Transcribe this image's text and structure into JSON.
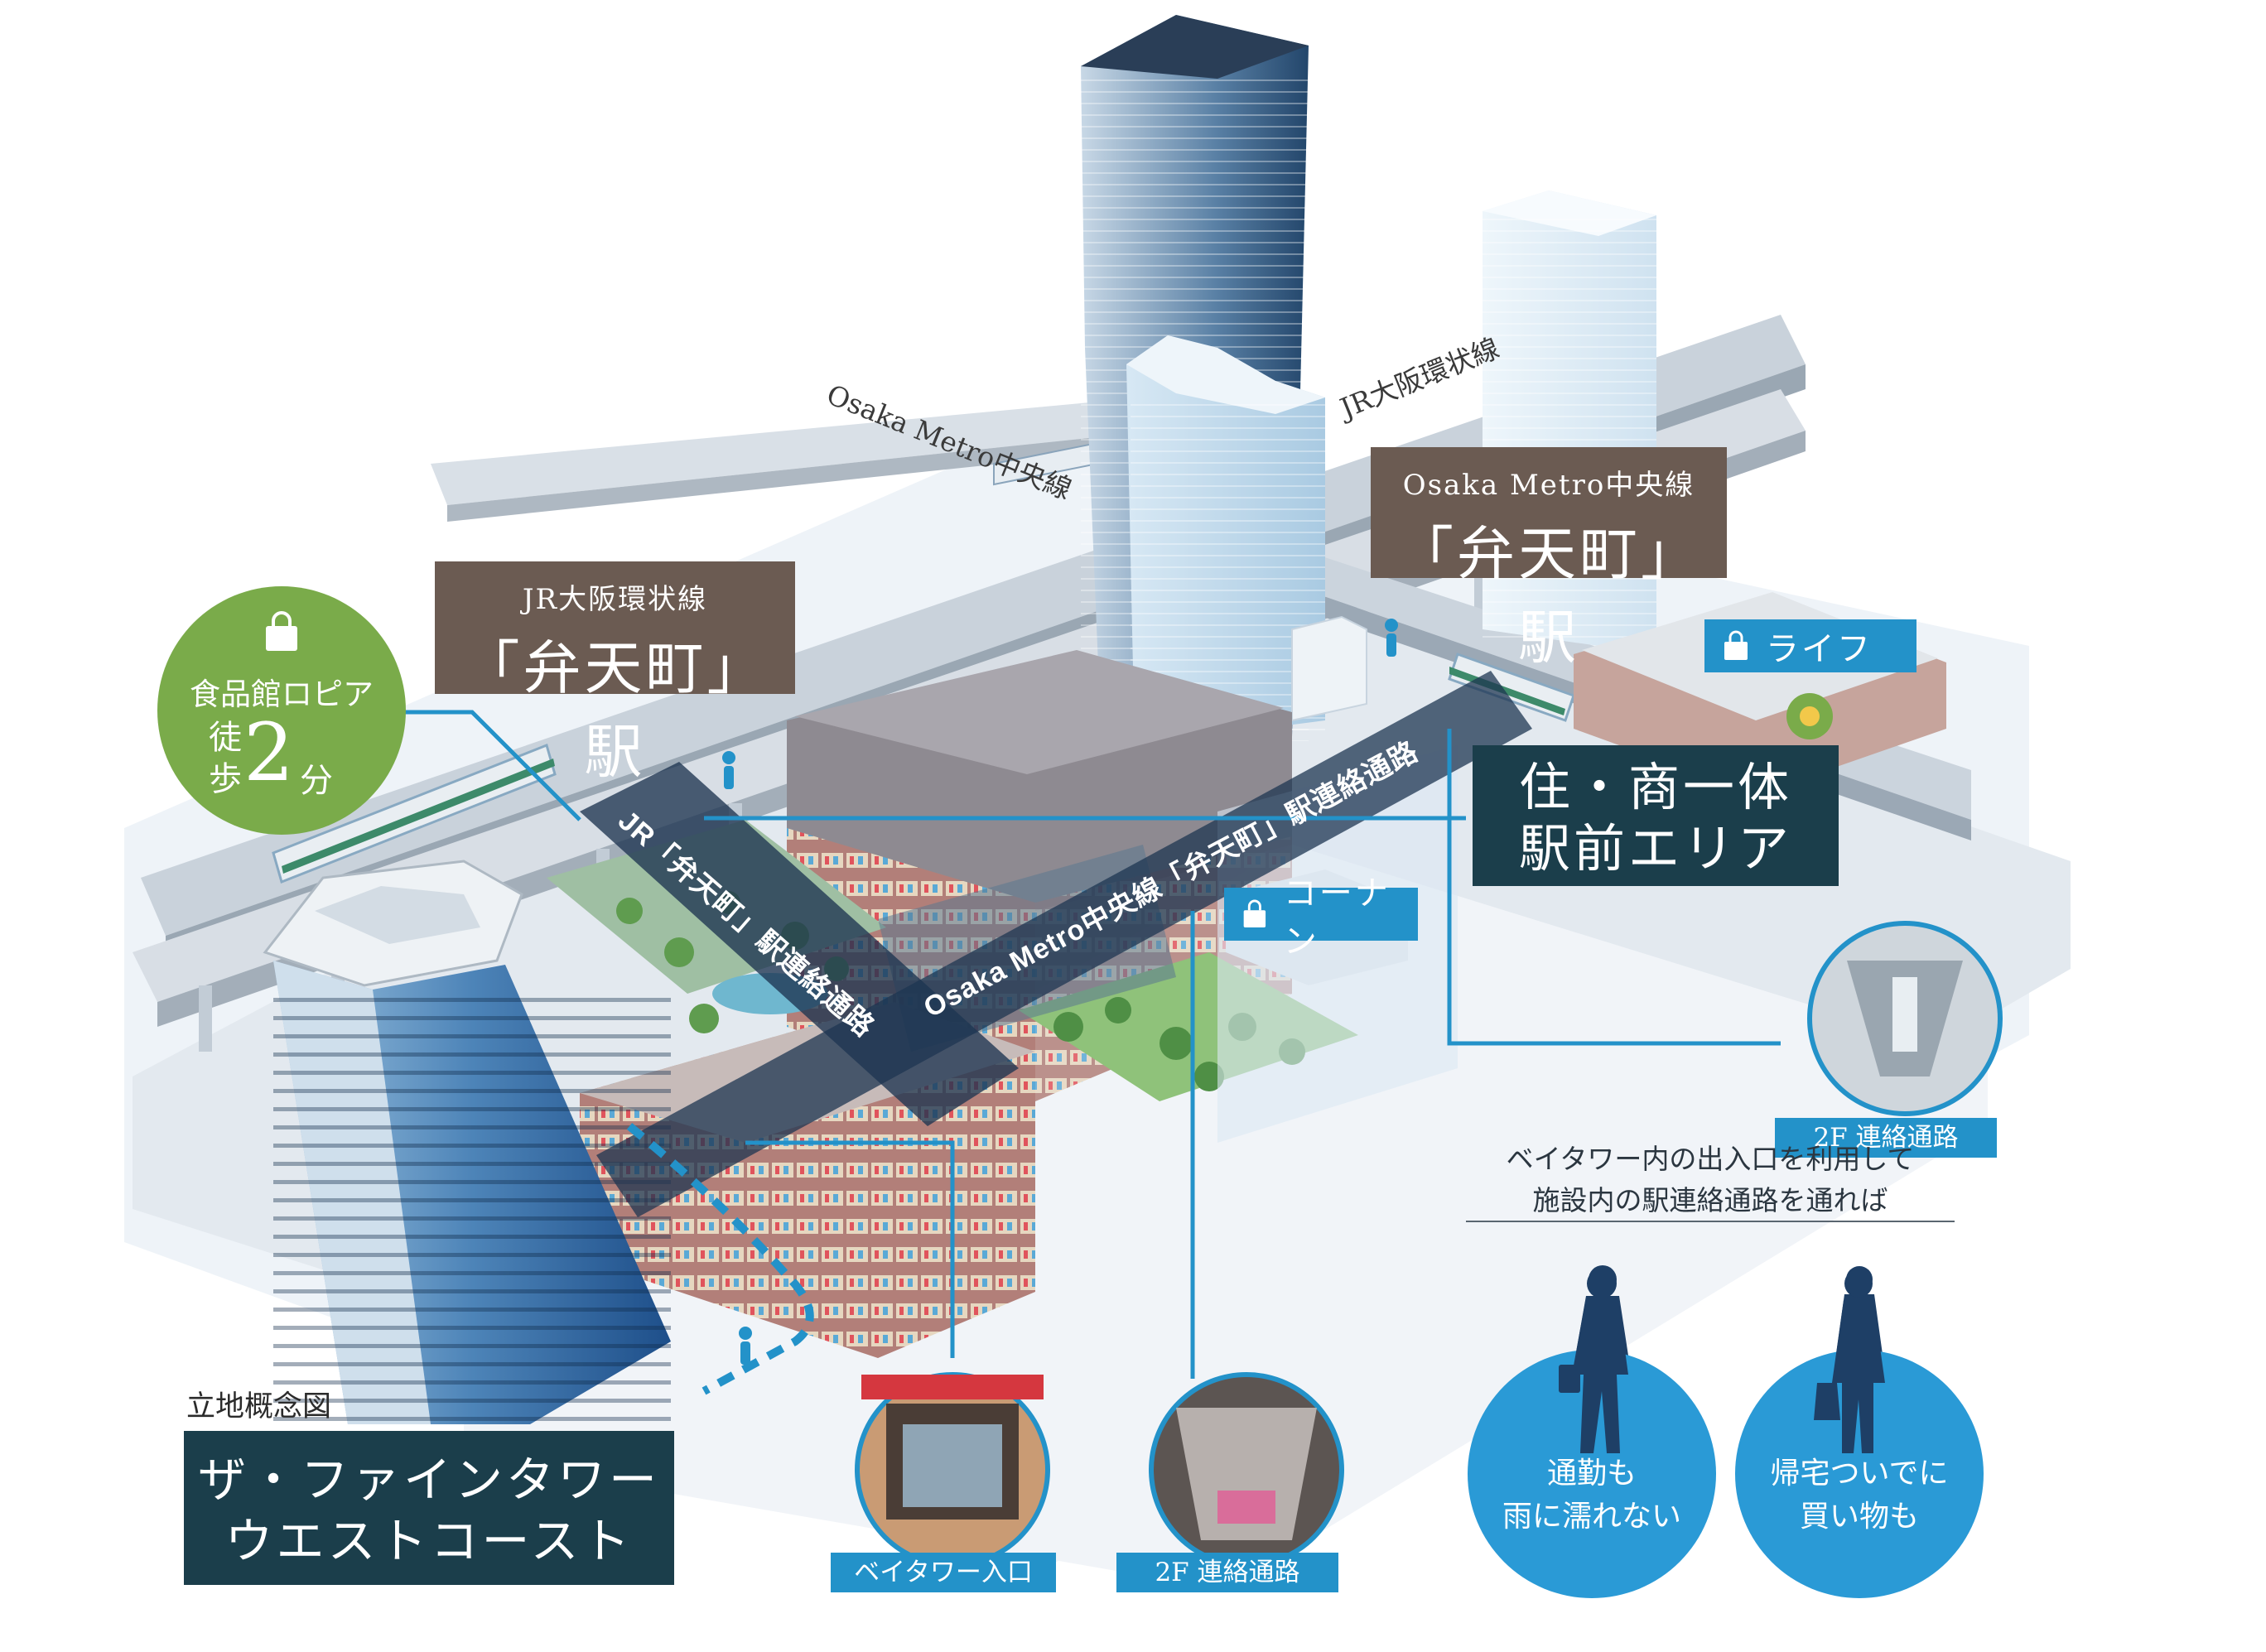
{
  "map_title": "立地概念図",
  "rail_labels": {
    "metro_line": "Osaka Metro中央線",
    "jr_line": "JR大阪環状線"
  },
  "stations": {
    "jr": {
      "line": "JR大阪環状線",
      "name": "「弁天町」駅"
    },
    "metro": {
      "line": "Osaka Metro中央線",
      "name": "「弁天町」駅"
    }
  },
  "walkways": {
    "jr": "JR「弁天町」駅連絡通路",
    "metro": "Osaka Metro中央線「弁天町」駅連絡通路"
  },
  "shops": {
    "lopia": {
      "name": "食品館ロピア",
      "walk_prefix": "徒歩",
      "minutes": "2",
      "unit": "分"
    },
    "life": "ライフ",
    "kohnan": "コーナン"
  },
  "area_label": {
    "line1": "住・商一体",
    "line2": "駅前エリア"
  },
  "property_name": {
    "line1": "ザ・ファインタワー",
    "line2": "ウエストコースト"
  },
  "photo_captions": {
    "entrance": "ベイタワー入口",
    "passage_center": "2F 連絡通路",
    "passage_right": "2F 連絡通路"
  },
  "notice": {
    "line1": "ベイタワー内の出入口を利用して",
    "line2": "施設内の駅連絡通路を通れば"
  },
  "benefits": {
    "commute": {
      "line1": "通勤も",
      "line2": "雨に濡れない"
    },
    "shopping": {
      "line1": "帰宅ついでに",
      "line2": "買い物も"
    }
  },
  "colors": {
    "brown_label": "#6b5b52",
    "teal_label": "#1b3e4b",
    "accent_blue": "#2392c9",
    "green_badge": "#7aab4a"
  }
}
